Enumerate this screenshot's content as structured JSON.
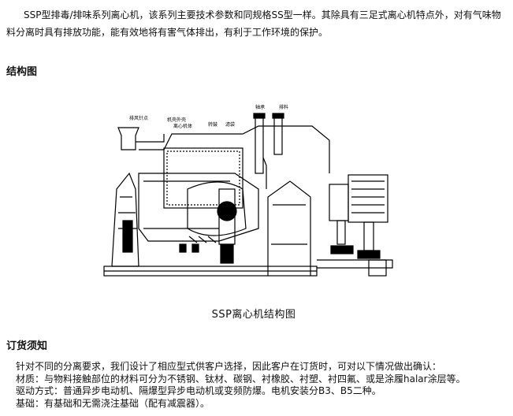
{
  "intro": "SSP型排毒/排味系列离心机，该系列主要技术参数和同规格SS型一样。其除具有三足式离心机特点外，对有气味物料分离时具有排放功能，能有效地将有害气体排出，有利于工作环境的保护。",
  "structure_heading": "结构图",
  "figure": {
    "caption": "SSP离心机结构图",
    "labels": [
      "排风针点",
      "机壳外壳",
      "离心机体",
      "转鼓",
      "滤袋",
      "轴承",
      "排料"
    ]
  },
  "order_heading": "订货须知",
  "notes": [
    "针对不同的分离要求，我们设计了相应型式供客户选择，因此客户在订货时，可对以下情况做出确认：",
    "材质：与物料接触部位的材料可分为不锈钢、钛材、碳钢、衬橡胶、衬塑、衬四氟、或是涂履halar涂层等。",
    "驱动方式：普通异步电动机、隔爆型异步电动机或变频防爆。电机安装分B3、B5二种。",
    "基础：有基础和无需浇注基础（配有减震器）。"
  ]
}
